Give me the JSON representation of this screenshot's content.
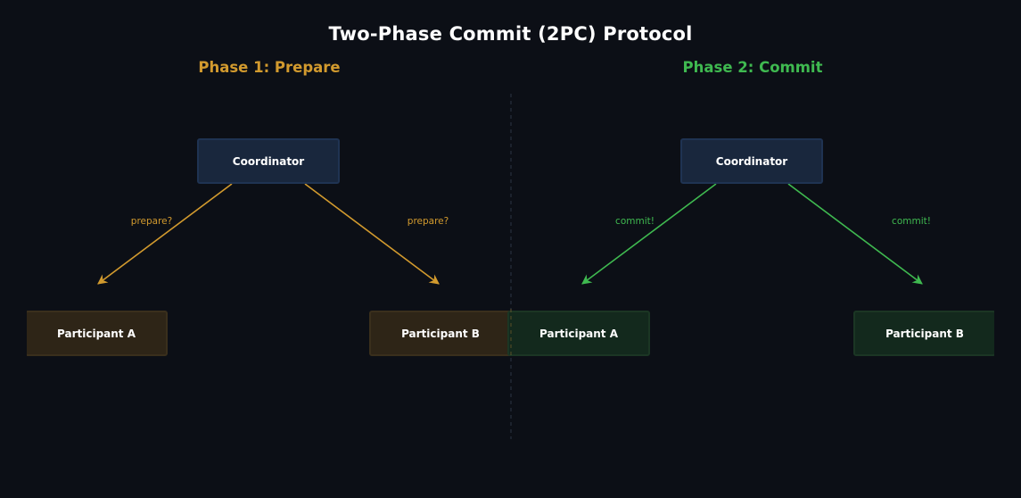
{
  "diagram": {
    "title": "Two-Phase Commit (2PC) Protocol",
    "phases": [
      {
        "heading": "Phase 1: Prepare",
        "coordinator": "Coordinator",
        "participants": [
          "Participant A",
          "Participant B"
        ],
        "message_label": "prepare?",
        "color": "#d29a2e"
      },
      {
        "heading": "Phase 2: Commit",
        "coordinator": "Coordinator",
        "participants": [
          "Participant A",
          "Participant B"
        ],
        "message_label": "commit!",
        "color": "#3fb950"
      }
    ],
    "divider_color": "#2c3444"
  }
}
